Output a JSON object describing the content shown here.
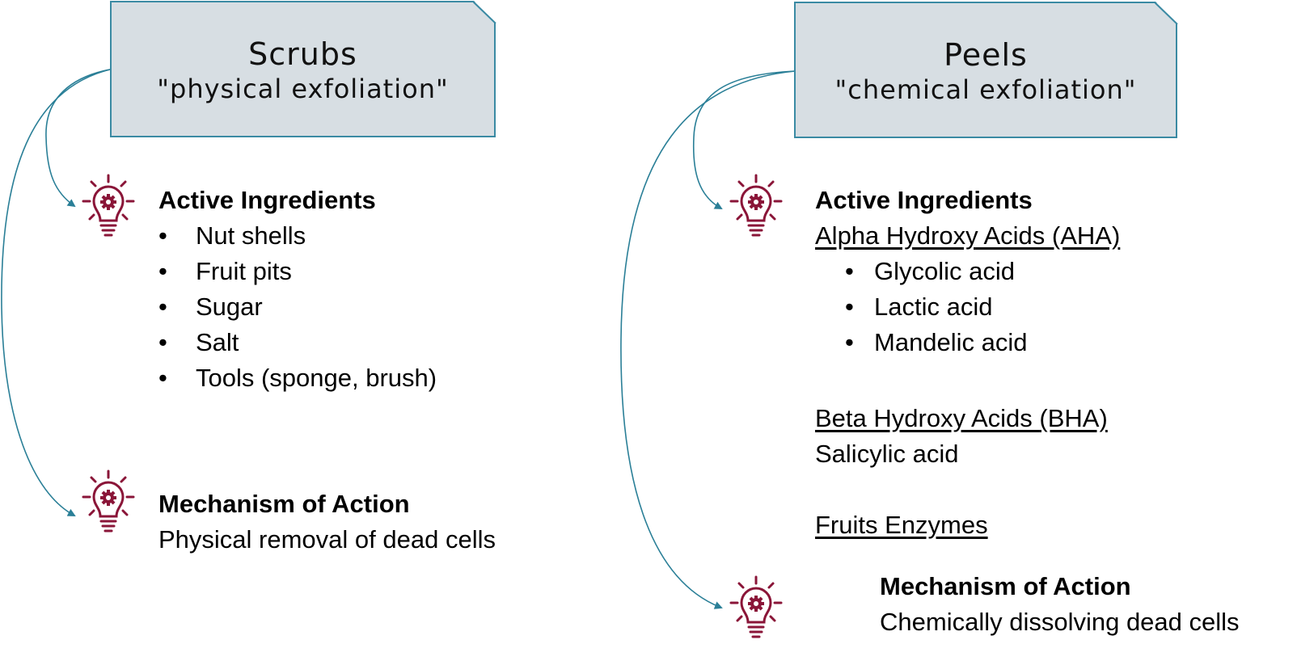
{
  "colors": {
    "header_fill": "#d7dee3",
    "header_border": "#3a8aa3",
    "icon": "#8a1538",
    "arrow": "#2a7f97"
  },
  "left": {
    "title": "Scrubs",
    "subtitle": "\"physical exfoliation\"",
    "active_heading": "Active Ingredients",
    "active_items": [
      "Nut shells",
      "Fruit pits",
      "Sugar",
      "Salt",
      "Tools (sponge, brush)"
    ],
    "mechanism_heading": "Mechanism of Action",
    "mechanism_text": "Physical removal of dead cells"
  },
  "right": {
    "title": "Peels",
    "subtitle": "\"chemical exfoliation\"",
    "active_heading": "Active Ingredients",
    "aha_heading": "Alpha Hydroxy Acids (AHA)",
    "aha_items": [
      "Glycolic acid",
      "Lactic acid",
      "Mandelic acid"
    ],
    "bha_heading": "Beta Hydroxy Acids (BHA)",
    "bha_text": "Salicylic acid",
    "enzymes_heading": "Fruits Enzymes",
    "mechanism_heading": "Mechanism of Action",
    "mechanism_text": "Chemically dissolving dead cells"
  },
  "icons": [
    "lightbulb-gear-icon"
  ]
}
